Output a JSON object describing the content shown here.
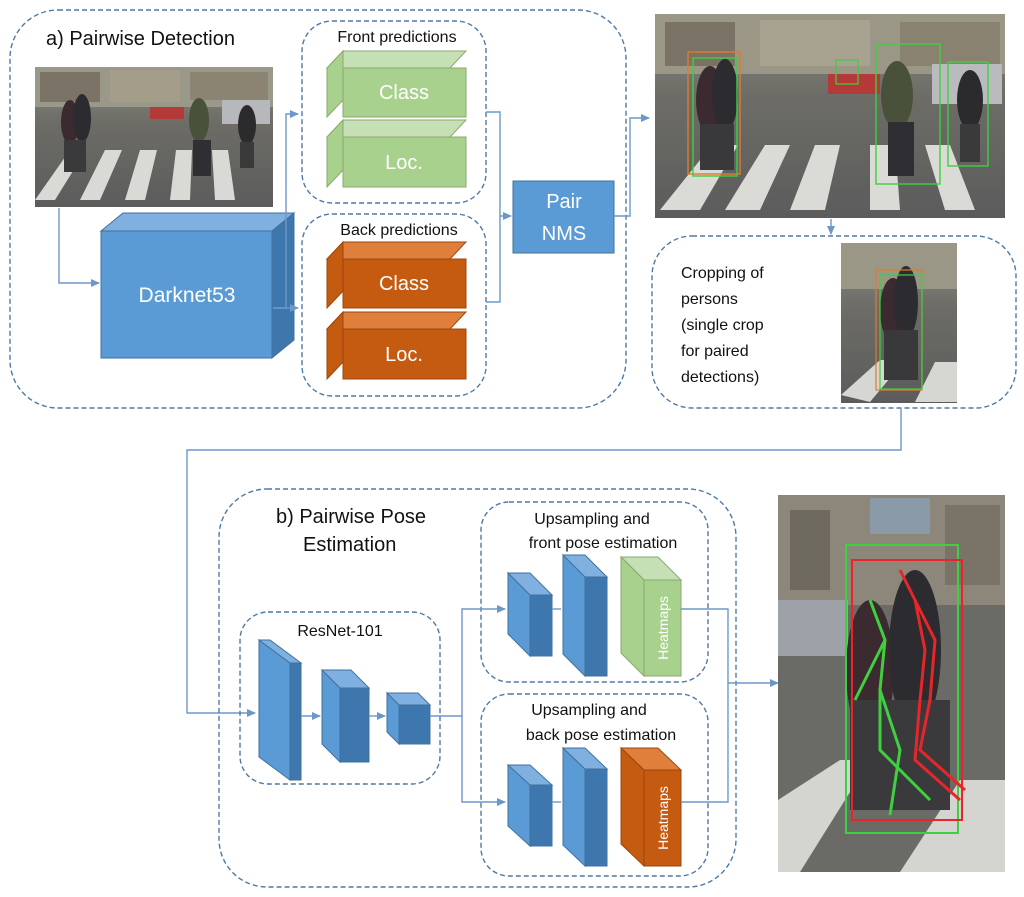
{
  "sections": {
    "a_title": "a) Pairwise Detection",
    "b_title_line1": "b) Pairwise Pose",
    "b_title_line2": "Estimation"
  },
  "detection": {
    "front_title": "Front predictions",
    "back_title": "Back predictions",
    "front_class": "Class",
    "front_loc": "Loc.",
    "back_class": "Class",
    "back_loc": "Loc.",
    "backbone": "Darknet53",
    "nms_line1": "Pair",
    "nms_line2": "NMS"
  },
  "cropping": {
    "line1": "Cropping of",
    "line2": "persons",
    "line3": "(single crop",
    "line4": "for paired",
    "line5": "detections)"
  },
  "pose": {
    "resnet": "ResNet-101",
    "front_line1": "Upsampling and",
    "front_line2": "front pose estimation",
    "back_line1": "Upsampling and",
    "back_line2": "back pose estimation",
    "front_heatmaps": "Heatmaps",
    "back_heatmaps": "Heatmaps"
  },
  "colors": {
    "green": "#a9d18e",
    "orange": "#c55a11",
    "blue": "#5b9bd5",
    "border": "#4f79a6",
    "arrow": "#6c98c9"
  }
}
